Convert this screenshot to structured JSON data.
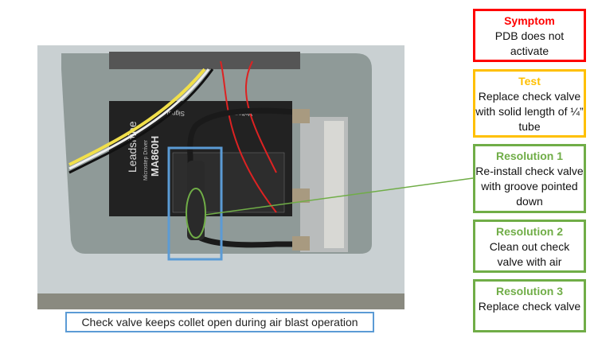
{
  "caption": "Check valve keeps collet open during air blast operation",
  "photo_labels": {
    "brand": "Leadshine",
    "model": "MA860H",
    "subtitle": "Microstep Driver",
    "signal": "Signal",
    "voltage": "Voltage"
  },
  "boxes": [
    {
      "title": "Symptom",
      "text": "PDB does not activate",
      "color": "#ff0000"
    },
    {
      "title": "Test",
      "text": "Replace check valve with solid length of ¼” tube",
      "color": "#ffc000"
    },
    {
      "title": "Resolution 1",
      "text": "Re-install check valve with groove pointed down",
      "color": "#70ad47"
    },
    {
      "title": "Resolution 2",
      "text": "Clean out check valve with air",
      "color": "#70ad47"
    },
    {
      "title": "Resolution 3",
      "text": "Replace check valve",
      "color": "#70ad47"
    }
  ]
}
